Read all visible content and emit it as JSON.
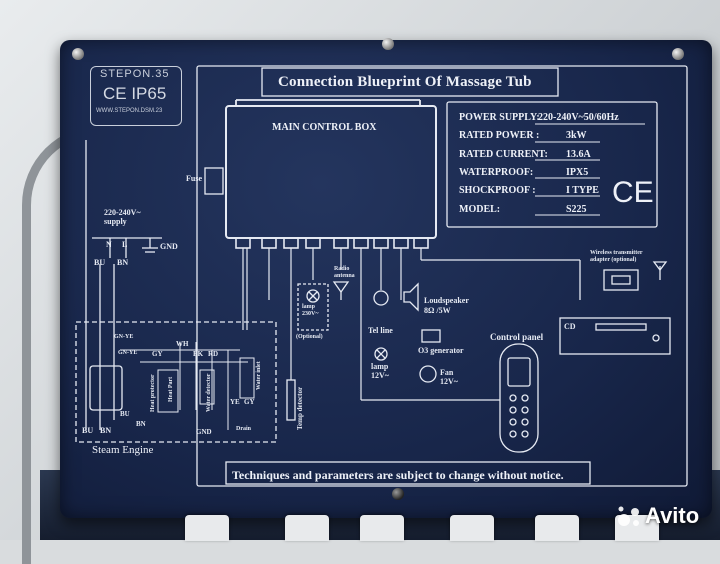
{
  "title": "Connection Blueprint Of Massage Tub",
  "logo": {
    "brand": "STEPON.35",
    "mark": "CE IP65",
    "site": "WWW.STEPON.DSM.23"
  },
  "main_box_label": "MAIN CONTROL BOX",
  "fuse_label": "Fuse",
  "specs": [
    {
      "label": "POWER SUPPLY:",
      "value": "220-240V~50/60Hz"
    },
    {
      "label": "RATED POWER :",
      "value": "3kW"
    },
    {
      "label": "RATED   CURRENT:",
      "value": "13.6A"
    },
    {
      "label": "WATERPROOF:",
      "value": "IPX5"
    },
    {
      "label": "SHOCKPROOF :",
      "value": "I TYPE"
    },
    {
      "label": "MODEL:",
      "value": "S225"
    }
  ],
  "ce_mark": "CE",
  "supply": {
    "label": "220-240V~\nsupply",
    "n": "N",
    "l": "L",
    "gnd": "GND",
    "bu": "BU",
    "bn": "BN"
  },
  "steam": {
    "title": "Steam Engine",
    "gnye1": "GN-YE",
    "gnye2": "GN-YE",
    "gy": "GY",
    "wh": "WH",
    "bk": "BK",
    "rd": "RD",
    "bu": "BU",
    "bn": "BN",
    "ye": "YE",
    "gy2": "GY",
    "gnd": "GND",
    "heat_part": "Heat Part",
    "heat_protector": "Heat protector",
    "water_detector": "Water detector",
    "water_inlet": "Water inlet",
    "drain": "Drain",
    "bu_bottom": "BU",
    "bn_bottom": "BN"
  },
  "lamp_230": "lamp\n230V~",
  "optional1": "(Optional)",
  "radio": "Radio\nantenna",
  "temp_detector": "Temp detector",
  "tel_line": "Tel line",
  "lamp_12": "lamp\n12V~",
  "loudspeaker": "Loudspeaker\n8Ω /5W",
  "o3": "O3 generator",
  "fan": "Fan\n12V~",
  "control_panel": "Control panel",
  "wireless": "Wireless transmitter\nadapter (optional)",
  "cd": "CD",
  "footer": "Techniques and parameters are subject to change without notice.",
  "watermark": "Avito",
  "colors": {
    "panel": "#18264a",
    "ink": "#eef1f8",
    "cable": "#8f9499"
  }
}
